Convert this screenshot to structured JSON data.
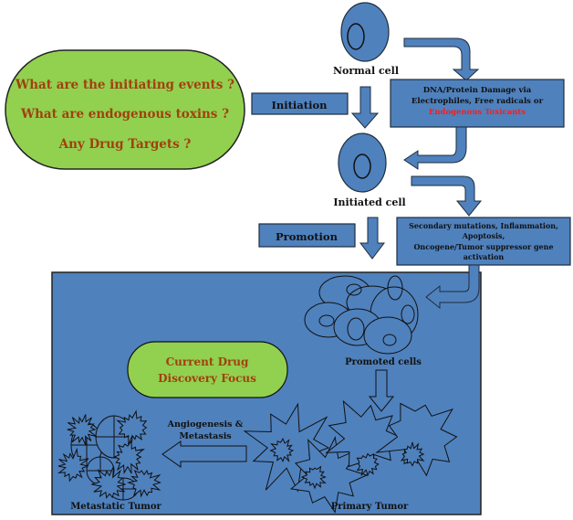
{
  "colors": {
    "box_blue": "#4f81bd",
    "pill_green": "#92d050",
    "question_text": "#a0410d",
    "highlight_red": "#ff1a1a",
    "outline": "#1f2d3d"
  },
  "questions": [
    "What are the initiating events ?",
    "What are endogenous toxins ?",
    "Any Drug Targets ?"
  ],
  "labels": {
    "normal_cell": "Normal cell",
    "initiated_cell": "Initiated cell",
    "initiation": "Initiation",
    "promotion": "Promotion",
    "promoted_cells": "Promoted cells",
    "primary_tumor": "Primary Tumor",
    "metastatic_tumor": "Metastatic Tumor",
    "angio_line1": "Angiogenesis &",
    "angio_line2": "Metastasis",
    "focus_line1": "Current Drug",
    "focus_line2": "Discovery Focus"
  },
  "damage_box": {
    "line1": "DNA/Protein Damage via",
    "line2": "Electrophiles, Free radicals or",
    "line3_red": "Endogenous Toxicants"
  },
  "secondary_box": {
    "line1": "Secondary mutations, Inflammation,",
    "line2": "Apoptosis,",
    "line3": "Oncogene/Tumor suppressor gene",
    "line4": "activation"
  }
}
